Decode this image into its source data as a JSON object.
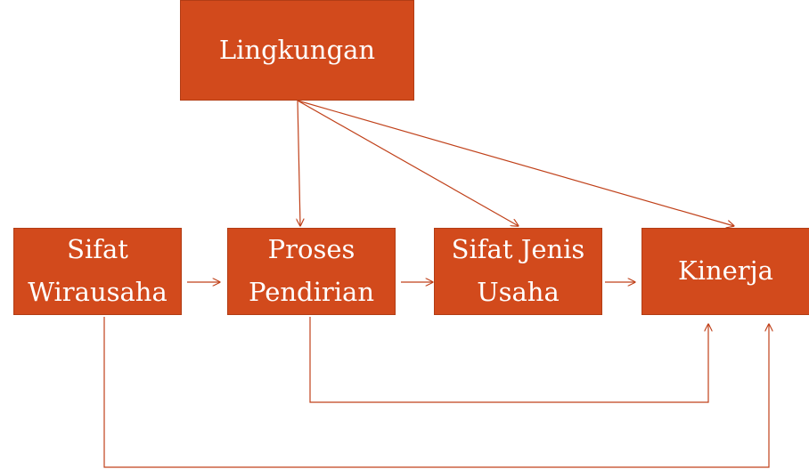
{
  "diagram": {
    "colors": {
      "box_fill": "#d24a1c",
      "box_text": "#ffffff",
      "connector": "#c0411a"
    },
    "nodes": {
      "lingkungan": "Lingkungan",
      "sifat_wirausaha": "Sifat\nWirausaha",
      "proses_pendirian": "Proses\nPendirian",
      "sifat_jenis_usaha": "Sifat Jenis\nUsaha",
      "kinerja": "Kinerja"
    },
    "edges": [
      {
        "from": "Lingkungan",
        "to": "Proses Pendirian"
      },
      {
        "from": "Lingkungan",
        "to": "Sifat Jenis Usaha"
      },
      {
        "from": "Lingkungan",
        "to": "Kinerja"
      },
      {
        "from": "Sifat Wirausaha",
        "to": "Proses Pendirian"
      },
      {
        "from": "Proses Pendirian",
        "to": "Sifat Jenis Usaha"
      },
      {
        "from": "Sifat Jenis Usaha",
        "to": "Kinerja"
      },
      {
        "from": "Proses Pendirian",
        "to": "Kinerja"
      },
      {
        "from": "Sifat Wirausaha",
        "to": "Kinerja"
      }
    ]
  }
}
